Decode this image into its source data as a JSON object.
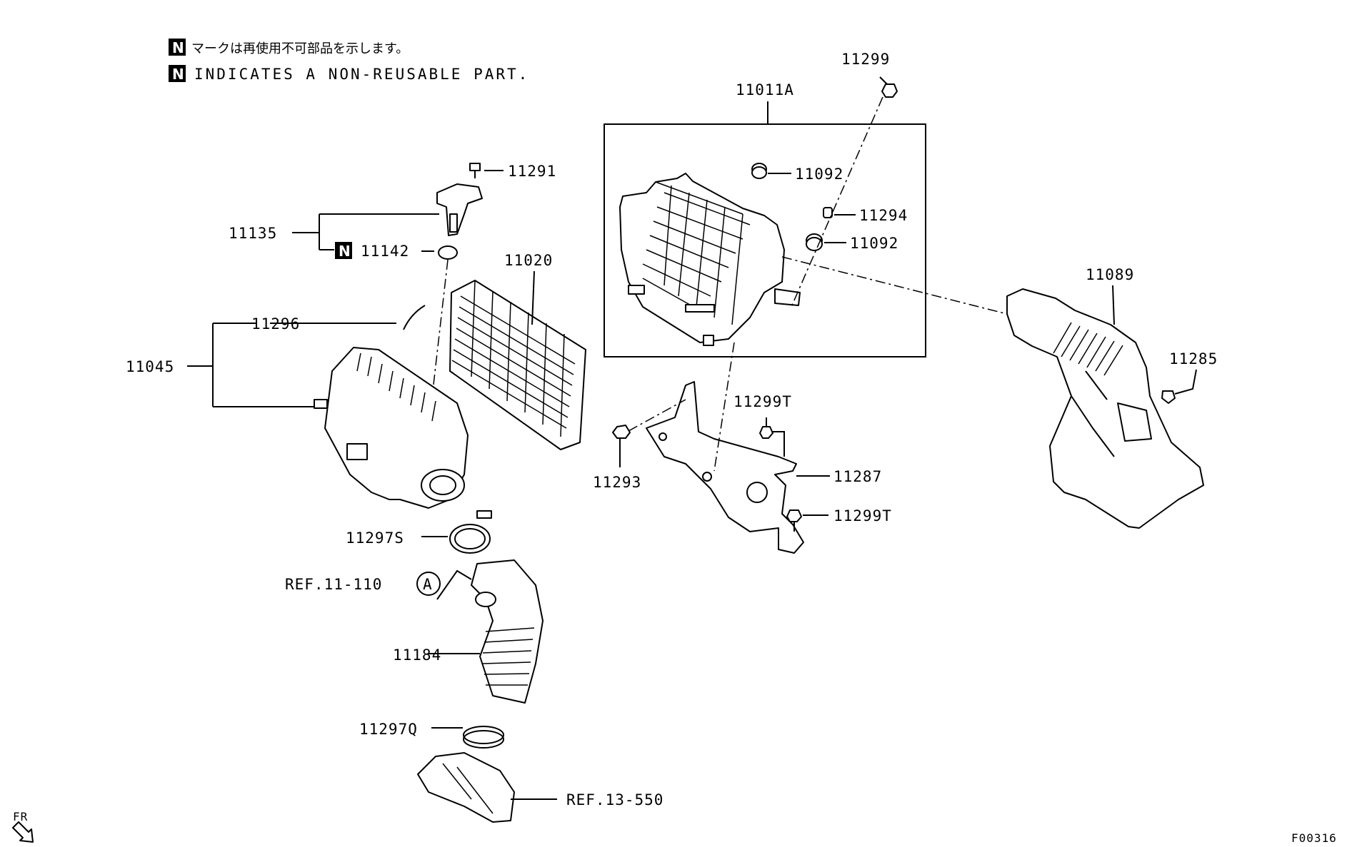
{
  "notes": {
    "badge": "N",
    "japanese": "マークは再使用不可部品を示します。",
    "english": "INDICATES A NON-REUSABLE PART."
  },
  "parts": {
    "p11299": "11299",
    "p11011A": "11011A",
    "p11092_a": "11092",
    "p11294": "11294",
    "p11092_b": "11092",
    "p11291": "11291",
    "p11135": "11135",
    "p11142": "11142",
    "p11020": "11020",
    "p11089": "11089",
    "p11296": "11296",
    "p11045": "11045",
    "p11285": "11285",
    "p11299T_a": "11299T",
    "p11293": "11293",
    "p11287": "11287",
    "p11299T_b": "11299T",
    "p11297S": "11297S",
    "ref_11_110": "REF.11-110",
    "ref_marker": "A",
    "p11184": "11184",
    "p11297Q": "11297Q",
    "ref_13_550": "REF.13-550"
  },
  "orientation": "FR",
  "figure_code": "F00316"
}
